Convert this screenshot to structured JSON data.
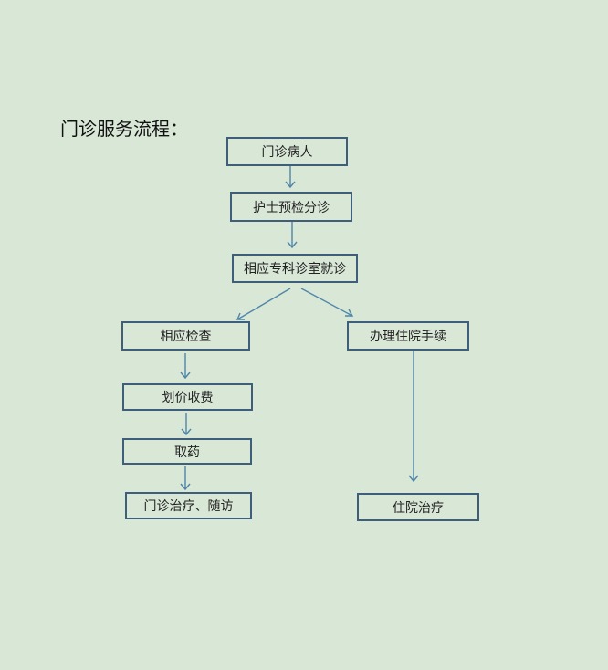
{
  "title": "门诊服务流程：",
  "nodes": {
    "outpatient": "门诊病人",
    "triage": "护士预检分诊",
    "specialty": "相应专科诊室就诊",
    "exam": "相应检查",
    "billing": "划价收费",
    "pharmacy": "取药",
    "followup": "门诊治疗、随访",
    "admission": "办理住院手续",
    "inpatient": "住院治疗"
  },
  "colors": {
    "background": "#d9e7d7",
    "box_border": "#3e5e7a",
    "arrow": "#4f86a8"
  }
}
